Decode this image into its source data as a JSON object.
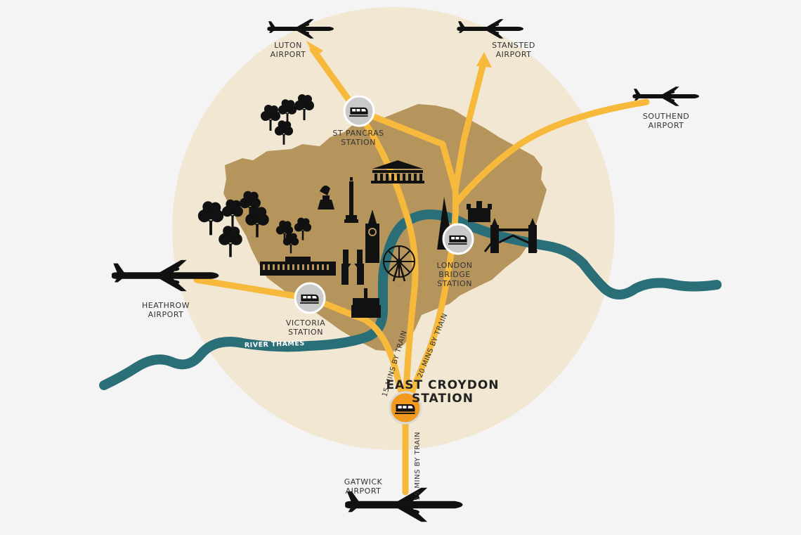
{
  "colors": {
    "background": "#f4f4f4",
    "circle": "#f1e7d2",
    "land": "#b5955c",
    "river": "#2a6e77",
    "route": "#f6b93b",
    "hub": "#f29a1f",
    "silhouette": "#111111"
  },
  "labels": {
    "luton": [
      "LUTON",
      "AIRPORT"
    ],
    "stansted": [
      "STANSTED",
      "AIRPORT"
    ],
    "southend": [
      "SOUTHEND",
      "AIRPORT"
    ],
    "heathrow": [
      "HEATHROW",
      "AIRPORT"
    ],
    "gatwick": [
      "GATWICK",
      "AIRPORT"
    ],
    "st_pancras": [
      "ST PANCRAS",
      "STATION"
    ],
    "london_bridge": [
      "LONDON",
      "BRIDGE",
      "STATION"
    ],
    "victoria": [
      "VICTORIA",
      "STATION"
    ],
    "east_croydon": [
      "EAST CROYDON",
      "STATION"
    ],
    "river": "RIVER THAMES",
    "time_victoria": "15 MINS BY TRAIN",
    "time_london_bridge": "20 MINS BY TRAIN",
    "time_gatwick": "15 MINS BY TRAIN"
  },
  "icons": {
    "airport": "airplane-icon",
    "station": "train-icon",
    "trees": "tree-icon",
    "landmarks": [
      "british-museum-icon",
      "nelsons-column-icon",
      "wellington-arch-icon",
      "big-ben-icon",
      "westminster-abbey-icon",
      "london-eye-icon",
      "buckingham-palace-icon",
      "shard-icon",
      "tower-of-london-icon",
      "tower-bridge-icon",
      "battersea-icon"
    ]
  }
}
